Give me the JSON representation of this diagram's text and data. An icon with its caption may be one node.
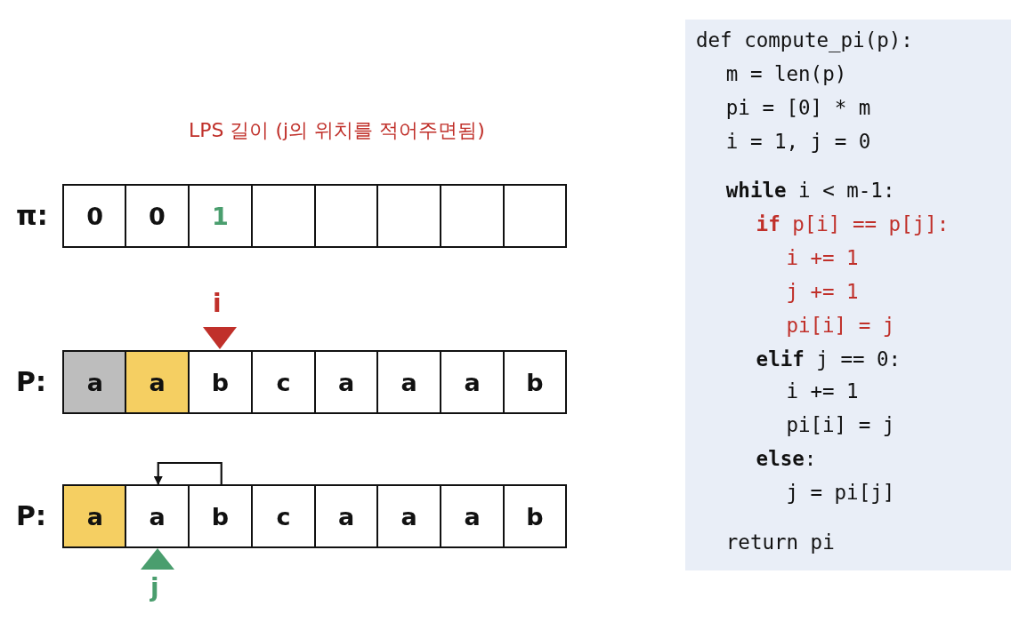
{
  "diagram": {
    "nodes": [
      {
        "text": [
          "0"
        ]
      },
      {
        "text": [
          "0"
        ]
      },
      {
        "text": [
          "1"
        ]
      },
      {
        "text": [],
        "shape": "box"
      },
      {
        "text": [],
        "shape": "box"
      },
      {
        "text": [],
        "shape": "box"
      },
      {
        "text": [],
        "shape": "box"
      },
      {
        "text": [],
        "shape": "box"
      },
      {
        "text": [
          "a"
        ]
      },
      {
        "text": [
          "a"
        ]
      },
      {
        "text": [
          "b"
        ]
      },
      {
        "text": [
          "c"
        ]
      },
      {
        "text": [
          "a"
        ]
      },
      {
        "text": [
          "a"
        ]
      },
      {
        "text": [
          "a"
        ]
      },
      {
        "text": [
          "b"
        ]
      },
      {
        "text": [
          "a"
        ]
      },
      {
        "text": [
          "a"
        ]
      },
      {
        "text": [
          "b"
        ]
      },
      {
        "text": [
          "c"
        ]
      },
      {
        "text": [
          "a"
        ]
      },
      {
        "text": [
          "a"
        ]
      },
      {
        "text": [
          "a"
        ]
      },
      {
        "text": [
          "b"
        ]
      },
      {
        "text": [
          "def compute_pi(p):",
          "m = len(p)",
          "pi = [0] * m",
          "i = 1, j = 0",
          "**while** i < m-1:",
          "**if** p[i] == p[j]:",
          "i += 1",
          "j += 1",
          "pi[i] = j",
          "**elif** j == 0:",
          "i += 1",
          "pi[i] = j",
          "**else**:",
          "j = pi[j]",
          "return pi"
        ]
      }
    ],
    "edges": [
      {
        "from": 18,
        "to": 17,
        "arrow": "to"
      }
    ],
    "labels": [
      "LPS 길이 (j의 위치를 적어주면됨)",
      "π:",
      "i",
      "P:",
      "P:",
      "j"
    ]
  }
}
